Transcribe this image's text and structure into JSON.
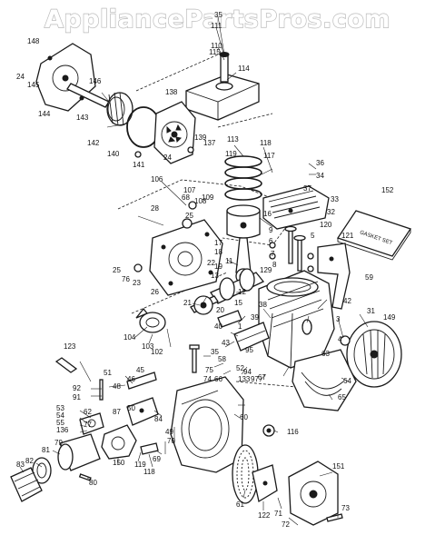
{
  "watermark": "AppliancePartsPros.com",
  "gasket_kit_label": "GASKET SET",
  "callouts": [
    {
      "t": "35"
    },
    {
      "t": "111"
    },
    {
      "t": "110"
    },
    {
      "t": "115"
    },
    {
      "t": "114"
    },
    {
      "t": "148"
    },
    {
      "t": "24"
    },
    {
      "t": "145"
    },
    {
      "t": "146"
    },
    {
      "t": "143"
    },
    {
      "t": "144"
    },
    {
      "t": "138"
    },
    {
      "t": "142"
    },
    {
      "t": "139"
    },
    {
      "t": "137"
    },
    {
      "t": "140"
    },
    {
      "t": "141"
    },
    {
      "t": "24"
    },
    {
      "t": "113"
    },
    {
      "t": "119"
    },
    {
      "t": "118"
    },
    {
      "t": "117"
    },
    {
      "t": "36"
    },
    {
      "t": "34"
    },
    {
      "t": "37"
    },
    {
      "t": "33"
    },
    {
      "t": "152"
    },
    {
      "t": "32"
    },
    {
      "t": "106"
    },
    {
      "t": "107"
    },
    {
      "t": "68"
    },
    {
      "t": "108"
    },
    {
      "t": "109"
    },
    {
      "t": "28"
    },
    {
      "t": "25"
    },
    {
      "t": "16"
    },
    {
      "t": "17"
    },
    {
      "t": "18"
    },
    {
      "t": "19"
    },
    {
      "t": "120"
    },
    {
      "t": "9"
    },
    {
      "t": "6"
    },
    {
      "t": "7"
    },
    {
      "t": "8"
    },
    {
      "t": "5"
    },
    {
      "t": "121"
    },
    {
      "t": "22"
    },
    {
      "t": "11"
    },
    {
      "t": "129"
    },
    {
      "t": "13"
    },
    {
      "t": "25"
    },
    {
      "t": "76"
    },
    {
      "t": "23"
    },
    {
      "t": "26"
    },
    {
      "t": "59"
    },
    {
      "t": "12"
    },
    {
      "t": "21"
    },
    {
      "t": "42"
    },
    {
      "t": "15"
    },
    {
      "t": "31"
    },
    {
      "t": "38"
    },
    {
      "t": "39"
    },
    {
      "t": "20"
    },
    {
      "t": "40"
    },
    {
      "t": "1"
    },
    {
      "t": "3"
    },
    {
      "t": "149"
    },
    {
      "t": "104"
    },
    {
      "t": "103"
    },
    {
      "t": "102"
    },
    {
      "t": "4"
    },
    {
      "t": "123"
    },
    {
      "t": "35"
    },
    {
      "t": "43"
    },
    {
      "t": "95"
    },
    {
      "t": "58"
    },
    {
      "t": "75"
    },
    {
      "t": "74"
    },
    {
      "t": "52"
    },
    {
      "t": "94"
    },
    {
      "t": "63"
    },
    {
      "t": "67"
    },
    {
      "t": "64"
    },
    {
      "t": "51"
    },
    {
      "t": "45"
    },
    {
      "t": "46"
    },
    {
      "t": "48"
    },
    {
      "t": "66"
    },
    {
      "t": "133"
    },
    {
      "t": "92"
    },
    {
      "t": "91"
    },
    {
      "t": "65"
    },
    {
      "t": "53"
    },
    {
      "t": "54"
    },
    {
      "t": "55"
    },
    {
      "t": "136"
    },
    {
      "t": "62"
    },
    {
      "t": "77"
    },
    {
      "t": "87"
    },
    {
      "t": "50"
    },
    {
      "t": "84"
    },
    {
      "t": "60"
    },
    {
      "t": "116"
    },
    {
      "t": "79"
    },
    {
      "t": "81"
    },
    {
      "t": "70"
    },
    {
      "t": "49"
    },
    {
      "t": "83"
    },
    {
      "t": "82"
    },
    {
      "t": "150"
    },
    {
      "t": "119"
    },
    {
      "t": "69"
    },
    {
      "t": "118"
    },
    {
      "t": "80"
    },
    {
      "t": "151"
    },
    {
      "t": "61"
    },
    {
      "t": "122"
    },
    {
      "t": "71"
    },
    {
      "t": "72"
    },
    {
      "t": "73"
    },
    {
      "t": "97"
    }
  ]
}
